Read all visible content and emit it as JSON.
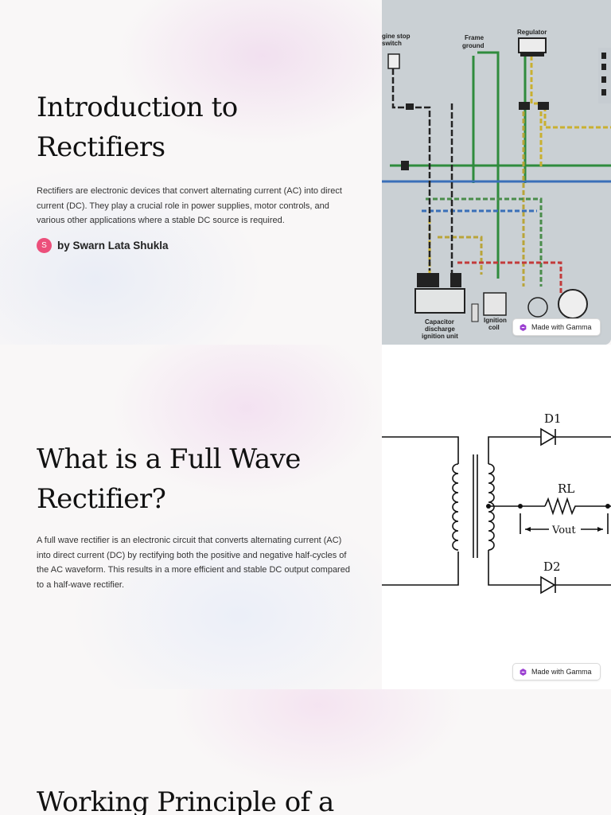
{
  "slides": [
    {
      "title_line1": "Introduction to",
      "title_line2": "Rectifiers",
      "paragraph": "Rectifiers are electronic devices that convert alternating current (AC) into direct current (DC). They play a crucial role in power supplies, motor controls, and various other applications where a stable DC source is required.",
      "author": {
        "initial": "S",
        "name": "by Swarn Lata Shukla"
      },
      "image_labels": {
        "engine_stop": [
          "gine stop",
          "switch"
        ],
        "frame_ground": [
          "Frame",
          "ground"
        ],
        "regulator": "Regulator",
        "capacitor": [
          "Capacitor",
          "discharge",
          "ignition unit"
        ],
        "ignition_coil": [
          "Ignition",
          "coil"
        ]
      },
      "badge": "Made with Gamma"
    },
    {
      "title_line1": "What is a Full Wave",
      "title_line2": "Rectifier?",
      "paragraph": "A full wave rectifier is an electronic circuit that converts alternating current (AC) into direct current (DC) by rectifying both the positive and negative half-cycles of the AC waveform. This results in a more efficient and stable DC output compared to a half-wave rectifier.",
      "circuit_labels": {
        "d1": "D1",
        "d2": "D2",
        "rl": "RL",
        "vout": "Vout"
      },
      "badge": "Made with Gamma"
    },
    {
      "title_line1": "Working Principle of a"
    }
  ],
  "colors": {
    "avatar": "#ec4f7b",
    "gamma_icon": "#9b3fd1"
  }
}
